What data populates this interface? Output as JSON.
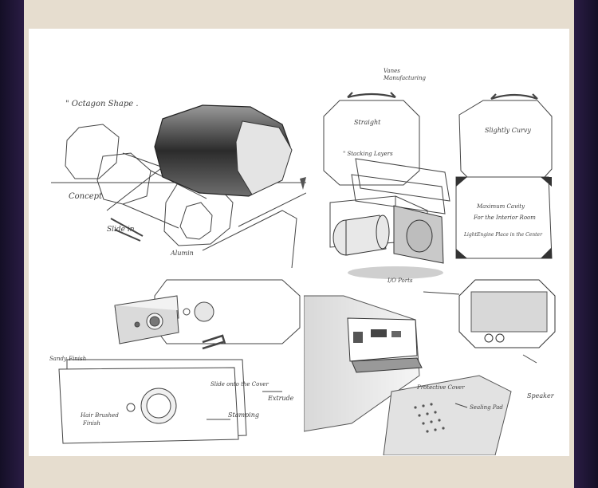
{
  "annotations": {
    "octagon_shape": "\" Octagon Shape .",
    "concept": "Concept",
    "slide_in": "Slide in",
    "aluminum": "Alumin",
    "vanes": "Vanes",
    "manufacturing": "Manufacturing",
    "straight": "Straight",
    "slightly_curvy": "Slightly Curvy",
    "stacking_layers": "\" Stacking Layers",
    "maximum_cavity": "Maximum Cavity",
    "for_interior_room": "For the Interior Room",
    "light_engine": "LightEngine Place in the Center",
    "sandy_finish": "Sandy Finish",
    "slide_cover": "Slide onto the Cover",
    "extrude": "Extrude",
    "stamping": "Stamping",
    "hair_brushed": "Hair Brushed",
    "finish": "Finish",
    "io_ports": "I/O Ports",
    "protective_cover": "Protective Cover",
    "speaker": "Speaker",
    "sealing_pad": "Sealing Pad"
  },
  "colors": {
    "frame": "#e6ddcf",
    "sidebar": "#1f1733",
    "paper": "#ffffff",
    "pencil": "#3a3a3a"
  }
}
